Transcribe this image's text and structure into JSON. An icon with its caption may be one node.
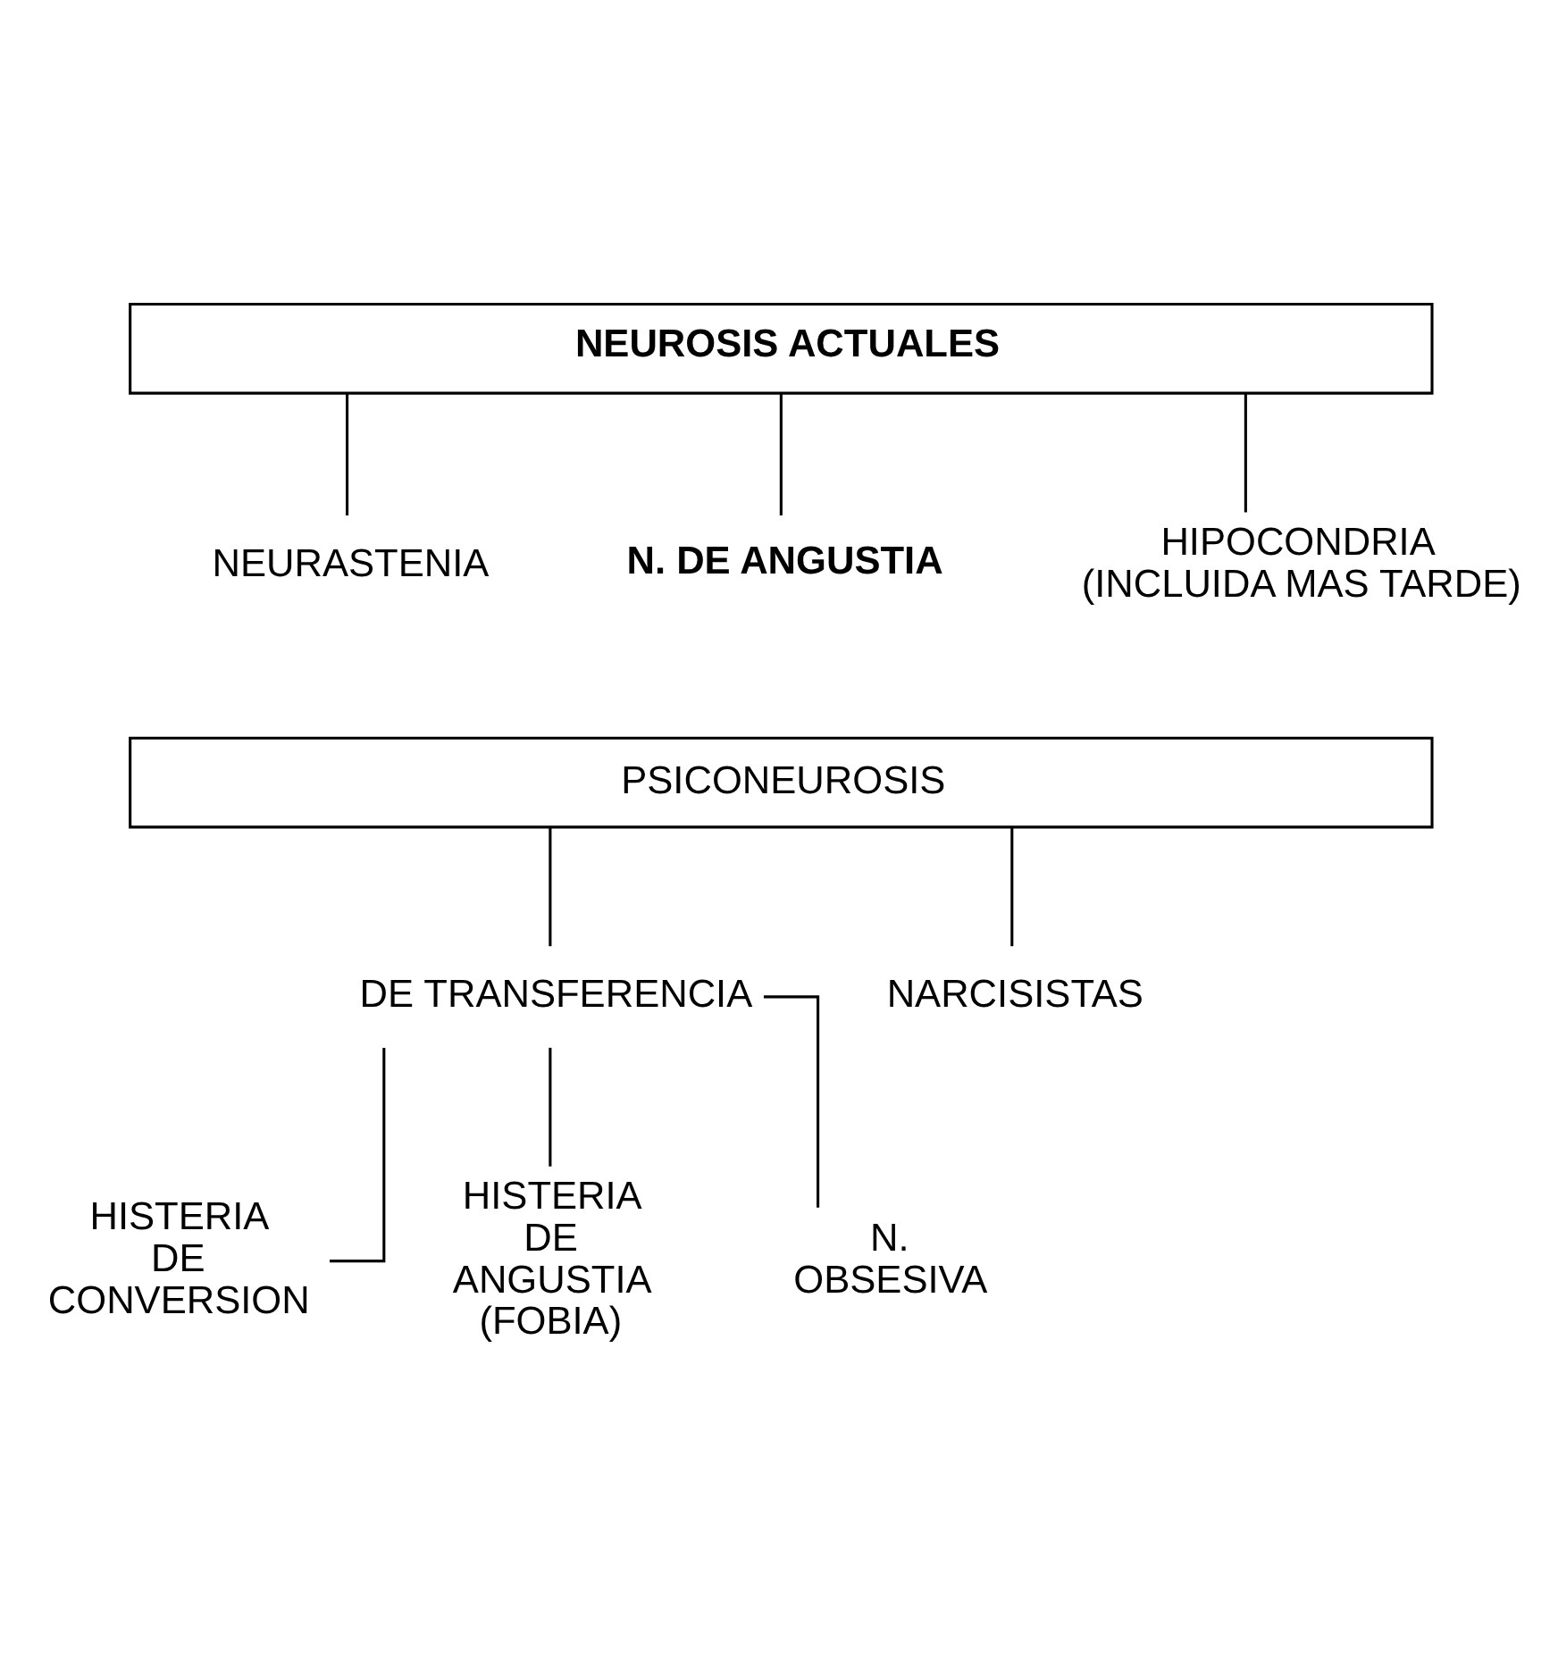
{
  "diagram": {
    "nodes": [
      {
        "text": [
          "NEUROSIS ACTUALES"
        ]
      },
      {
        "text": [
          "NEURASTENIA"
        ]
      },
      {
        "text": [
          "N. DE ANGUSTIA"
        ]
      },
      {
        "text": [
          "HIPOCONDRIA (INCLUIDA MAS TARDE)"
        ]
      },
      {
        "text": [
          "PSICONEUROSIS"
        ]
      },
      {
        "text": [
          "DE TRANSFERENCIA"
        ]
      },
      {
        "text": [
          "NARCISISTAS"
        ]
      },
      {
        "text": [
          "HISTERIA DE CONVERSION"
        ]
      },
      {
        "text": [
          "HISTERIA DE ANGUSTIA (FOBIA)"
        ]
      },
      {
        "text": [
          "N. OBSESIVA"
        ]
      }
    ],
    "edges": [
      {
        "from": 0,
        "to": 1,
        "arrow": "none"
      },
      {
        "from": 0,
        "to": 2,
        "arrow": "none"
      },
      {
        "from": 0,
        "to": 3,
        "arrow": "none"
      },
      {
        "from": 4,
        "to": 5,
        "arrow": "none"
      },
      {
        "from": 4,
        "to": 6,
        "arrow": "none"
      },
      {
        "from": 5,
        "to": 7,
        "arrow": "none"
      },
      {
        "from": 5,
        "to": 8,
        "arrow": "none"
      },
      {
        "from": 5,
        "to": 9,
        "arrow": "none"
      }
    ]
  }
}
